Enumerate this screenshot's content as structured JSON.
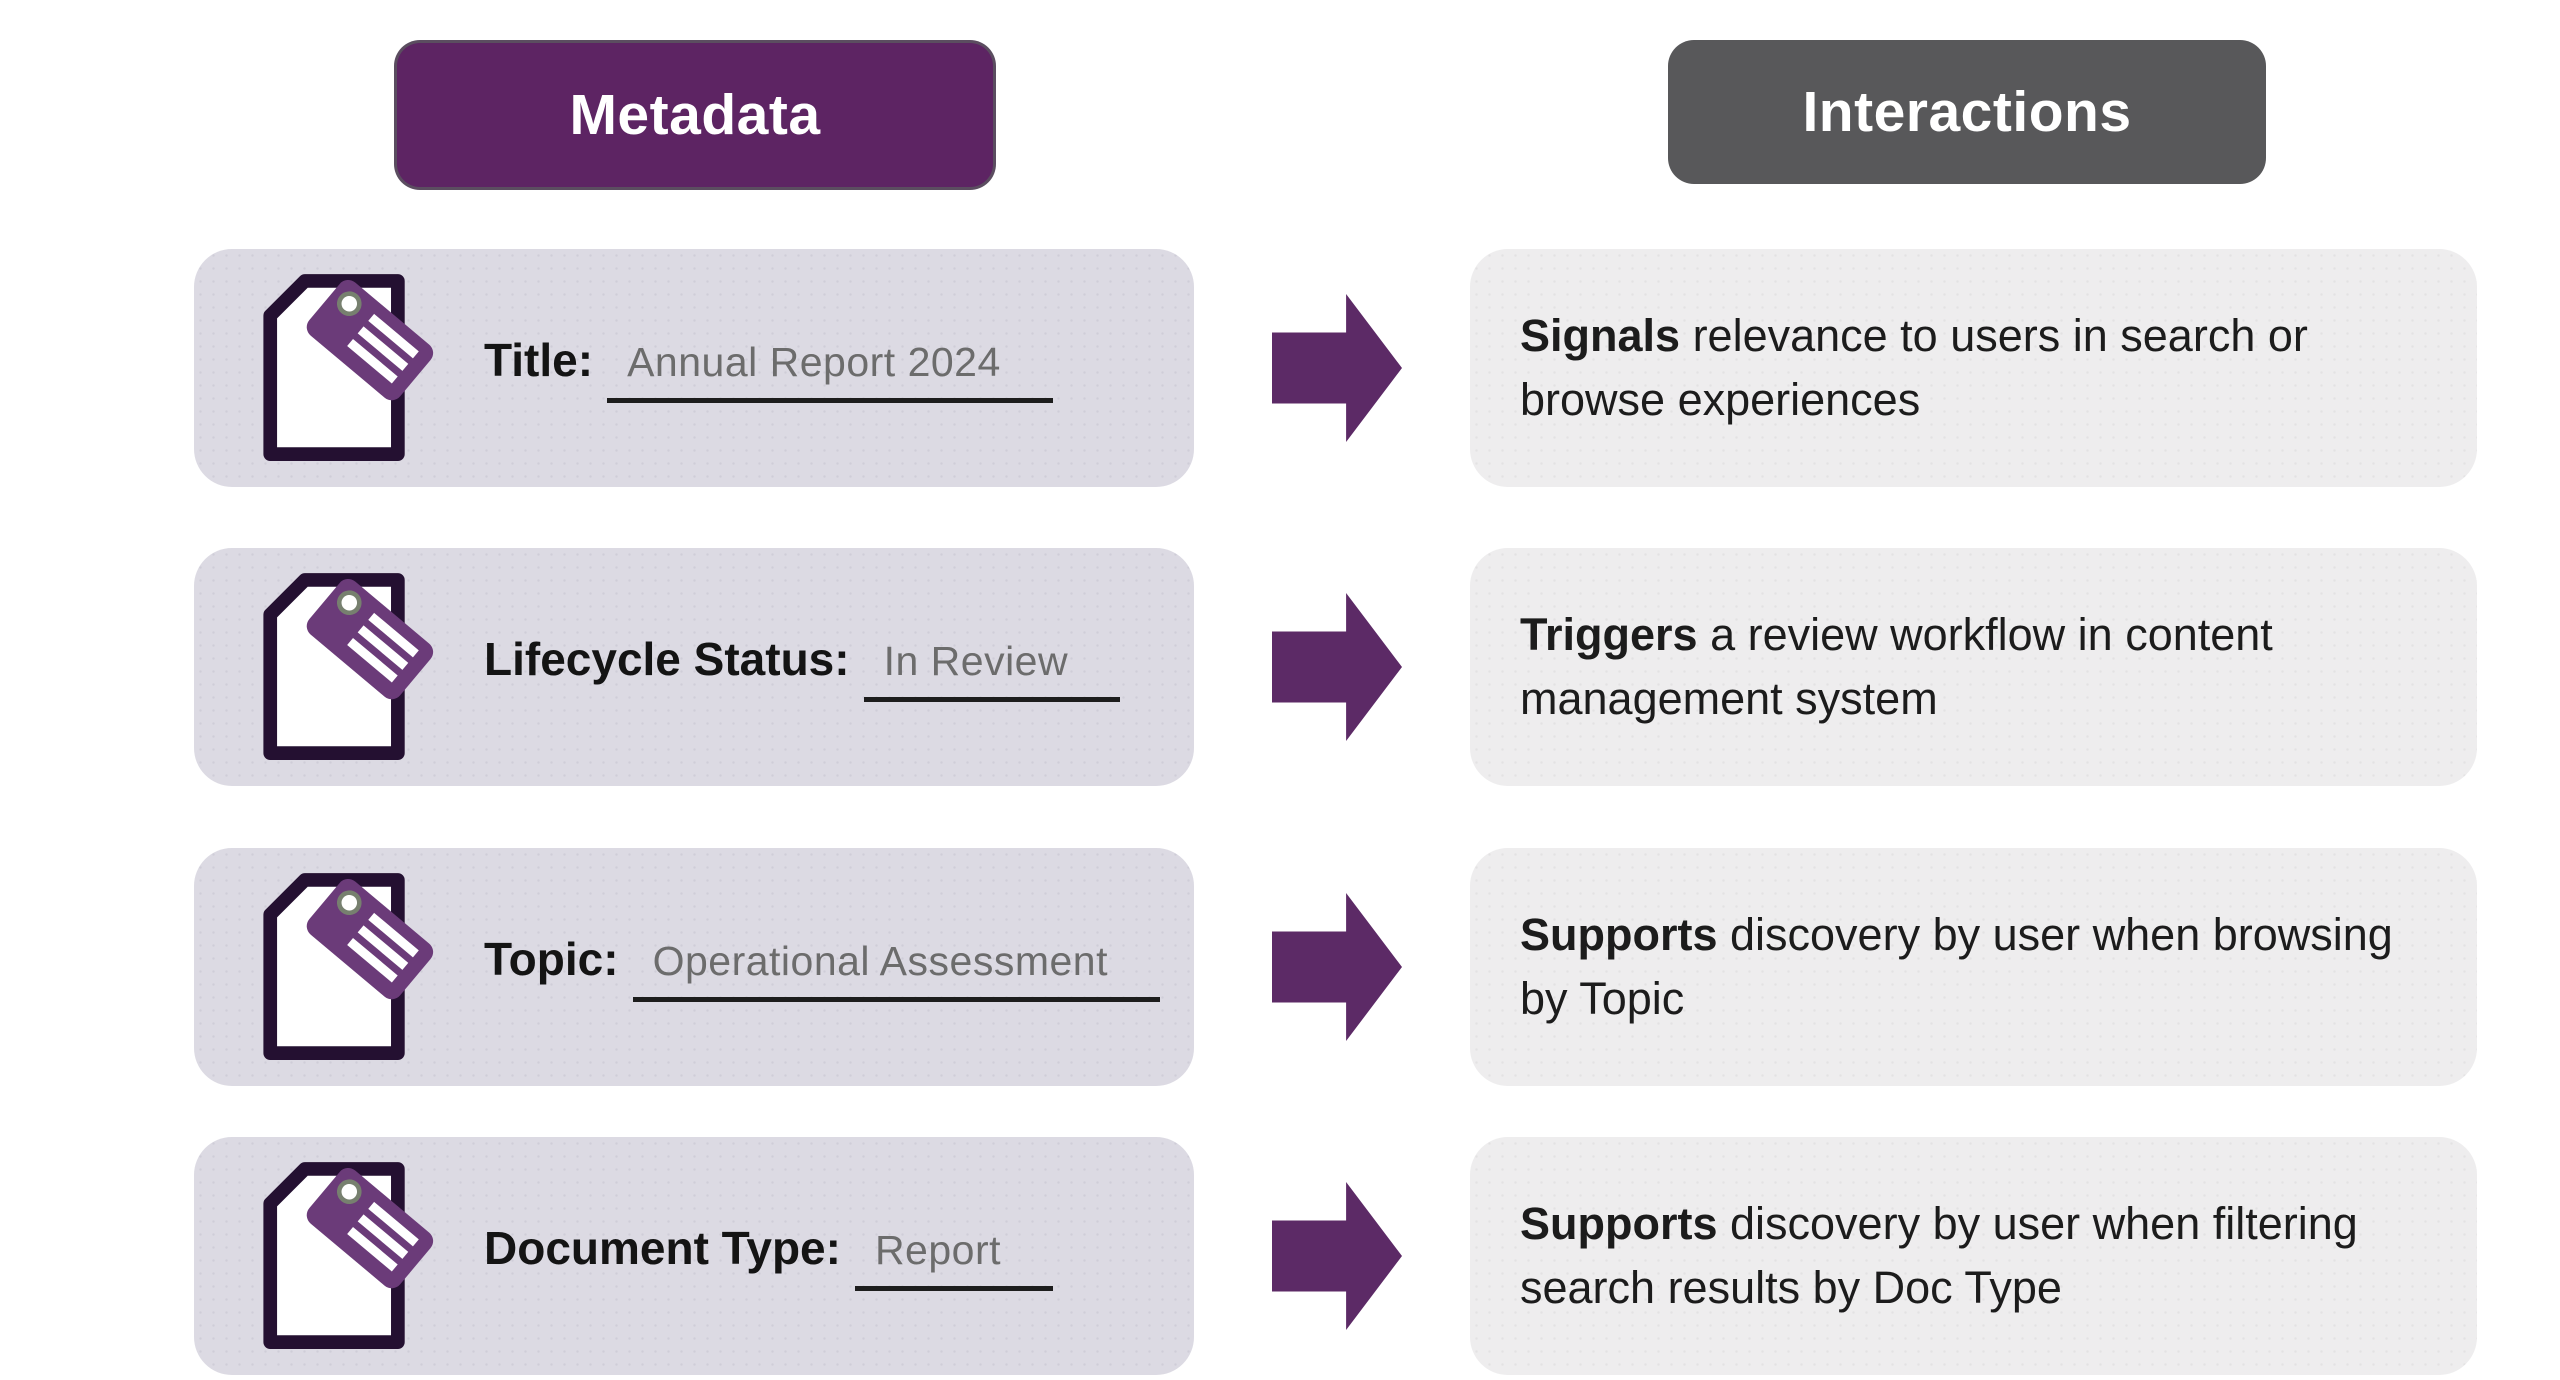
{
  "title_badges": {
    "metadata": "Metadata",
    "interactions": "Interactions"
  },
  "colors": {
    "metadata_badge_bg": "#5D2463",
    "interactions_badge_bg": "#58585A",
    "left_card_bg": "#DCDAE3",
    "right_card_bg": "#EEEDEE",
    "arrow_purple": "#5C2A66",
    "tag_purple": "#6B3B79",
    "document_outline": "#241031",
    "field_label_text": "#141414",
    "field_value_text": "#6C6C6C",
    "underline": "#1D1D1D",
    "interaction_text": "#1C1C1C"
  },
  "rows": [
    {
      "label": "Title:",
      "value": "Annual Report 2024",
      "interaction_bold": "Signals",
      "interaction_rest": " relevance to users in search or browse experiences"
    },
    {
      "label": "Lifecycle Status:",
      "value": "In Review",
      "interaction_bold": "Triggers",
      "interaction_rest": " a review workflow in content management system"
    },
    {
      "label": "Topic:",
      "value": "Operational Assessment",
      "interaction_bold": "Supports",
      "interaction_rest": " discovery by user when browsing by Topic"
    },
    {
      "label": "Document Type:",
      "value": "Report",
      "interaction_bold": "Supports",
      "interaction_rest": " discovery by user when filtering search results by Doc Type"
    }
  ]
}
